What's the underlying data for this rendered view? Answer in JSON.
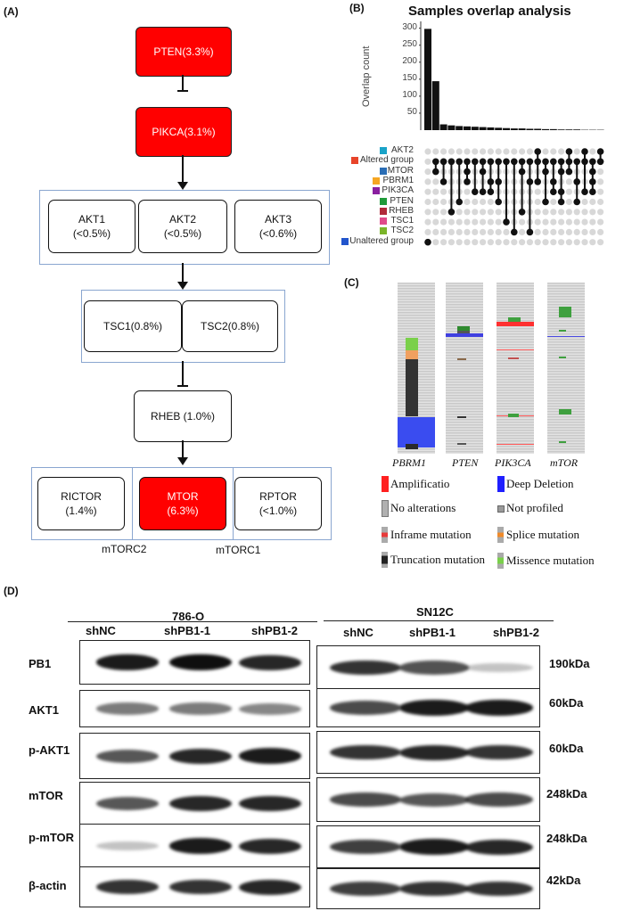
{
  "panel_a": {
    "label": "(A)",
    "pten": "PTEN(3.3%)",
    "pikca": "PIKCA(3.1%)",
    "akt1": [
      "AKT1",
      "(<0.5%)"
    ],
    "akt2": [
      "AKT2",
      "(<0.5%)"
    ],
    "akt3": [
      "AKT3",
      "(<0.6%)"
    ],
    "tsc1": "TSC1(0.8%)",
    "tsc2": "TSC2(0.8%)",
    "rheb": "RHEB (1.0%)",
    "rictor": [
      "RICTOR",
      "(1.4%)"
    ],
    "mtor": [
      "MTOR",
      "(6.3%)"
    ],
    "rptor": [
      "RPTOR",
      "(<1.0%)"
    ],
    "mtorc2": "mTORC2",
    "mtorc1": "mTORC1",
    "colors": {
      "altered": "#ff0000",
      "group_border": "#8aa6d0"
    }
  },
  "panel_b": {
    "label": "(B)",
    "title": "Samples overlap analysis",
    "ylabel": "Overlap count",
    "yticks": [
      "300",
      "250",
      "200",
      "150",
      "100",
      "50"
    ],
    "sets": [
      {
        "name": "AKT2",
        "color": "#1aa3c8"
      },
      {
        "name": "Altered group",
        "color": "#e8442a"
      },
      {
        "name": "MTOR",
        "color": "#2a6db5"
      },
      {
        "name": "PBRM1",
        "color": "#f5a623"
      },
      {
        "name": "PIK3CA",
        "color": "#8a1fa0"
      },
      {
        "name": "PTEN",
        "color": "#1f9a3a"
      },
      {
        "name": "RHEB",
        "color": "#b02a3a"
      },
      {
        "name": "TSC1",
        "color": "#e04a8a"
      },
      {
        "name": "TSC2",
        "color": "#7bb52a"
      },
      {
        "name": "Unaltered group",
        "color": "#2255cc"
      }
    ]
  },
  "chart_data": {
    "type": "bar",
    "title": "Samples overlap analysis",
    "ylabel": "Overlap count",
    "xlabel": "",
    "ylim": [
      0,
      320
    ],
    "values": [
      298,
      144,
      17,
      14,
      12,
      11,
      10,
      9,
      8,
      7,
      6,
      5,
      5,
      4,
      4,
      3,
      3,
      2,
      2,
      2,
      1,
      1,
      1
    ],
    "grid": false
  },
  "panel_c": {
    "label": "(C)",
    "genes": [
      "PBRM1",
      "PTEN",
      "PIK3CA",
      "mTOR"
    ],
    "legend": [
      {
        "text": "Amplificatio",
        "color": "#ff2020"
      },
      {
        "text": "Deep Deletion",
        "color": "#1f1fff"
      },
      {
        "text": "No alterations",
        "color": "#c8c8c8"
      },
      {
        "text": "Not profiled",
        "color": "#9a9a9a"
      },
      {
        "text": "Inframe mutation",
        "color": "#e83a3a"
      },
      {
        "text": "Splice mutation",
        "color": "#f08a2a"
      },
      {
        "text": "Truncation mutation",
        "color": "#222222"
      },
      {
        "text": "Missence mutation",
        "color": "#7ad04a"
      }
    ]
  },
  "panel_d": {
    "label": "(D)",
    "left_cell": "786-O",
    "right_cell": "SN12C",
    "left_lanes": [
      "shNC",
      "shPB1-1",
      "shPB1-2"
    ],
    "right_lanes": [
      "shNC",
      "shPB1-1",
      "shPB1-2"
    ],
    "rows": [
      {
        "name": "PB1",
        "kda": "190kDa"
      },
      {
        "name": "AKT1",
        "kda": "60kDa"
      },
      {
        "name": "p-AKT1",
        "kda": "60kDa"
      },
      {
        "name": "mTOR",
        "kda": "248kDa"
      },
      {
        "name": "p-mTOR",
        "kda": "248kDa"
      },
      {
        "name": "β-actin",
        "kda": "42kDa"
      }
    ]
  }
}
